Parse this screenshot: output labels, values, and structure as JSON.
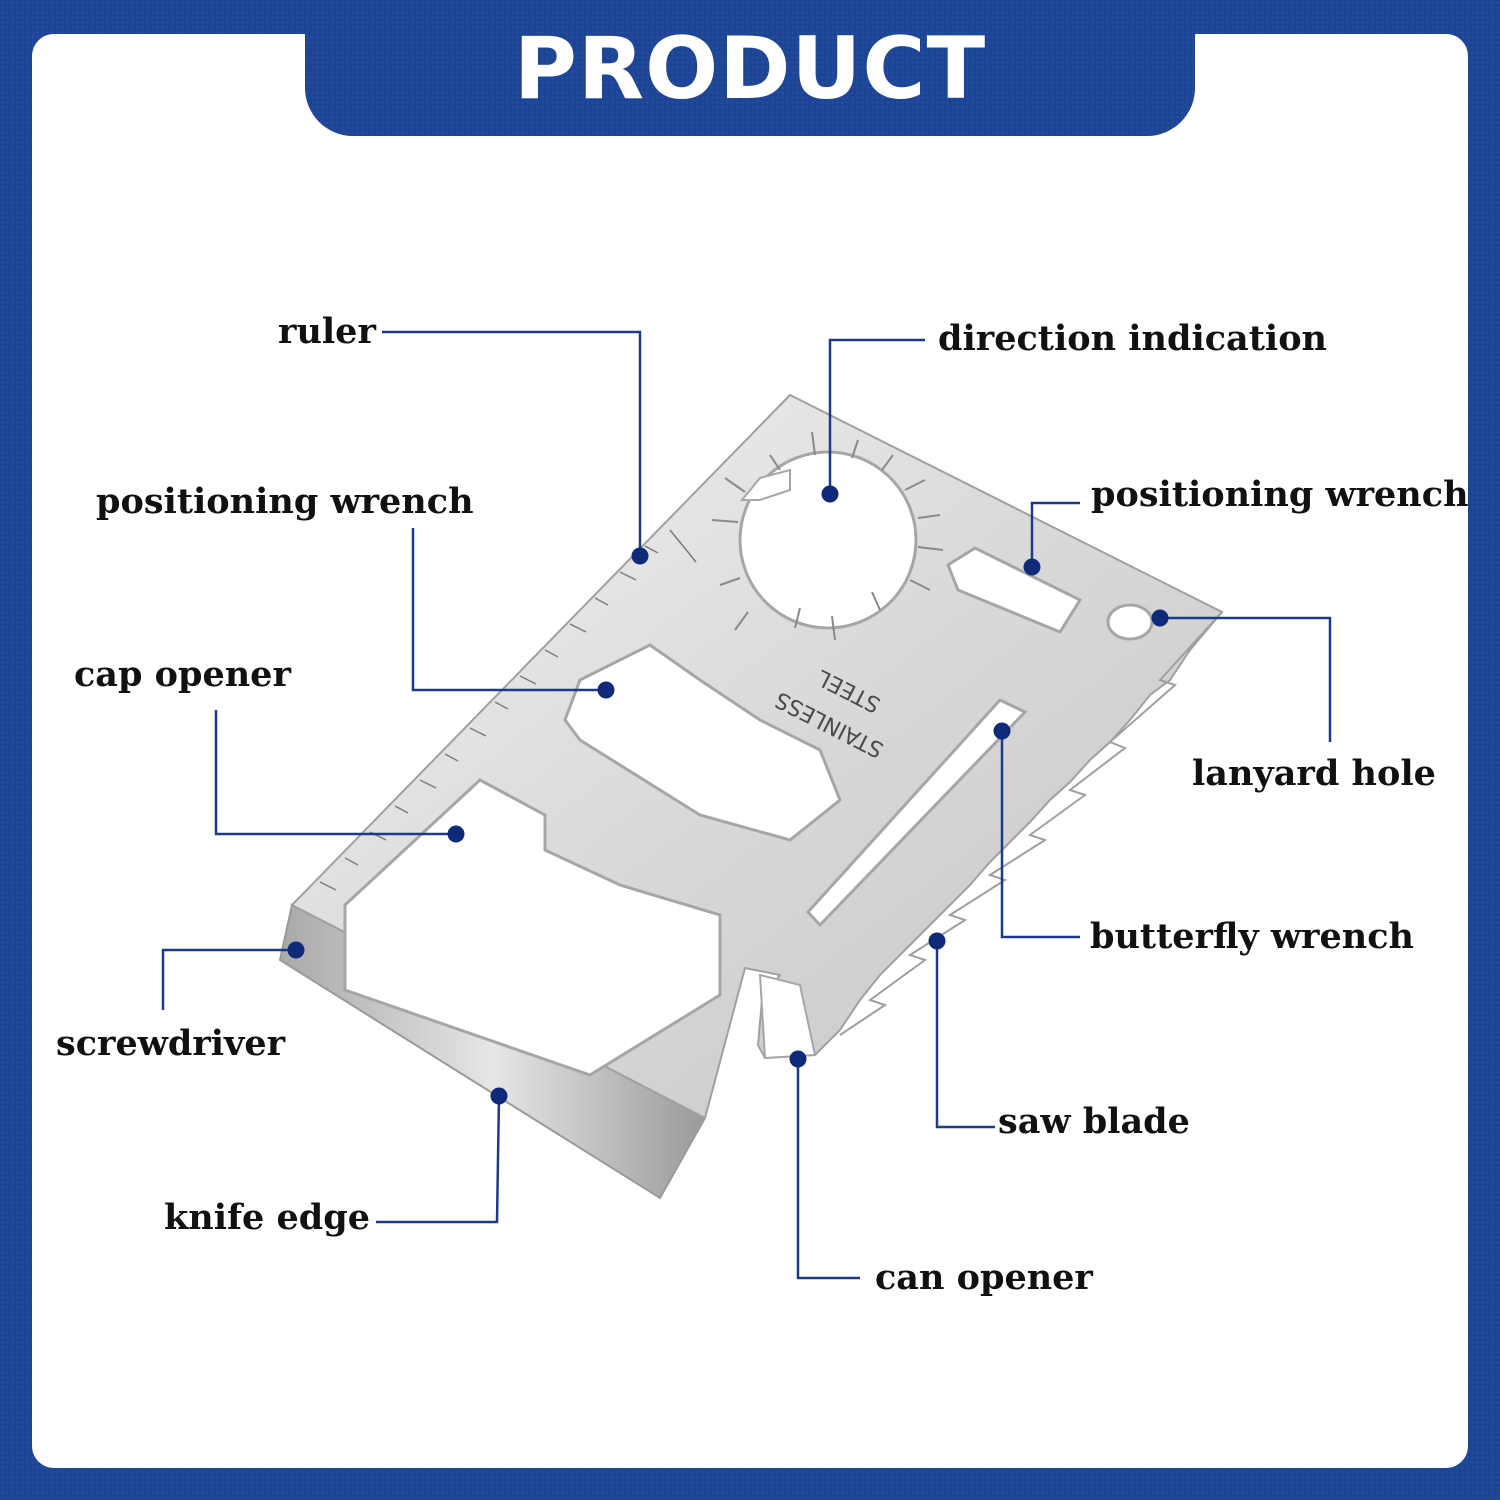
{
  "title": "PRODUCT DETAILS",
  "engraving": {
    "line1": "STAINLESS",
    "line2": "STEEL"
  },
  "colors": {
    "background": "#1d4596",
    "panel": "#ffffff",
    "leader": "#1d3a8a",
    "dot": "#0f2a78"
  },
  "labels": {
    "ruler": "ruler",
    "direction_indication": "direction indication",
    "positioning_wrench_left": "positioning wrench",
    "positioning_wrench_right": "positioning wrench",
    "cap_opener": "cap opener",
    "lanyard_hole": "lanyard hole",
    "screwdriver": "screwdriver",
    "butterfly_wrench": "butterfly wrench",
    "saw_blade": "saw blade",
    "knife_edge": "knife edge",
    "can_opener": "can opener"
  }
}
